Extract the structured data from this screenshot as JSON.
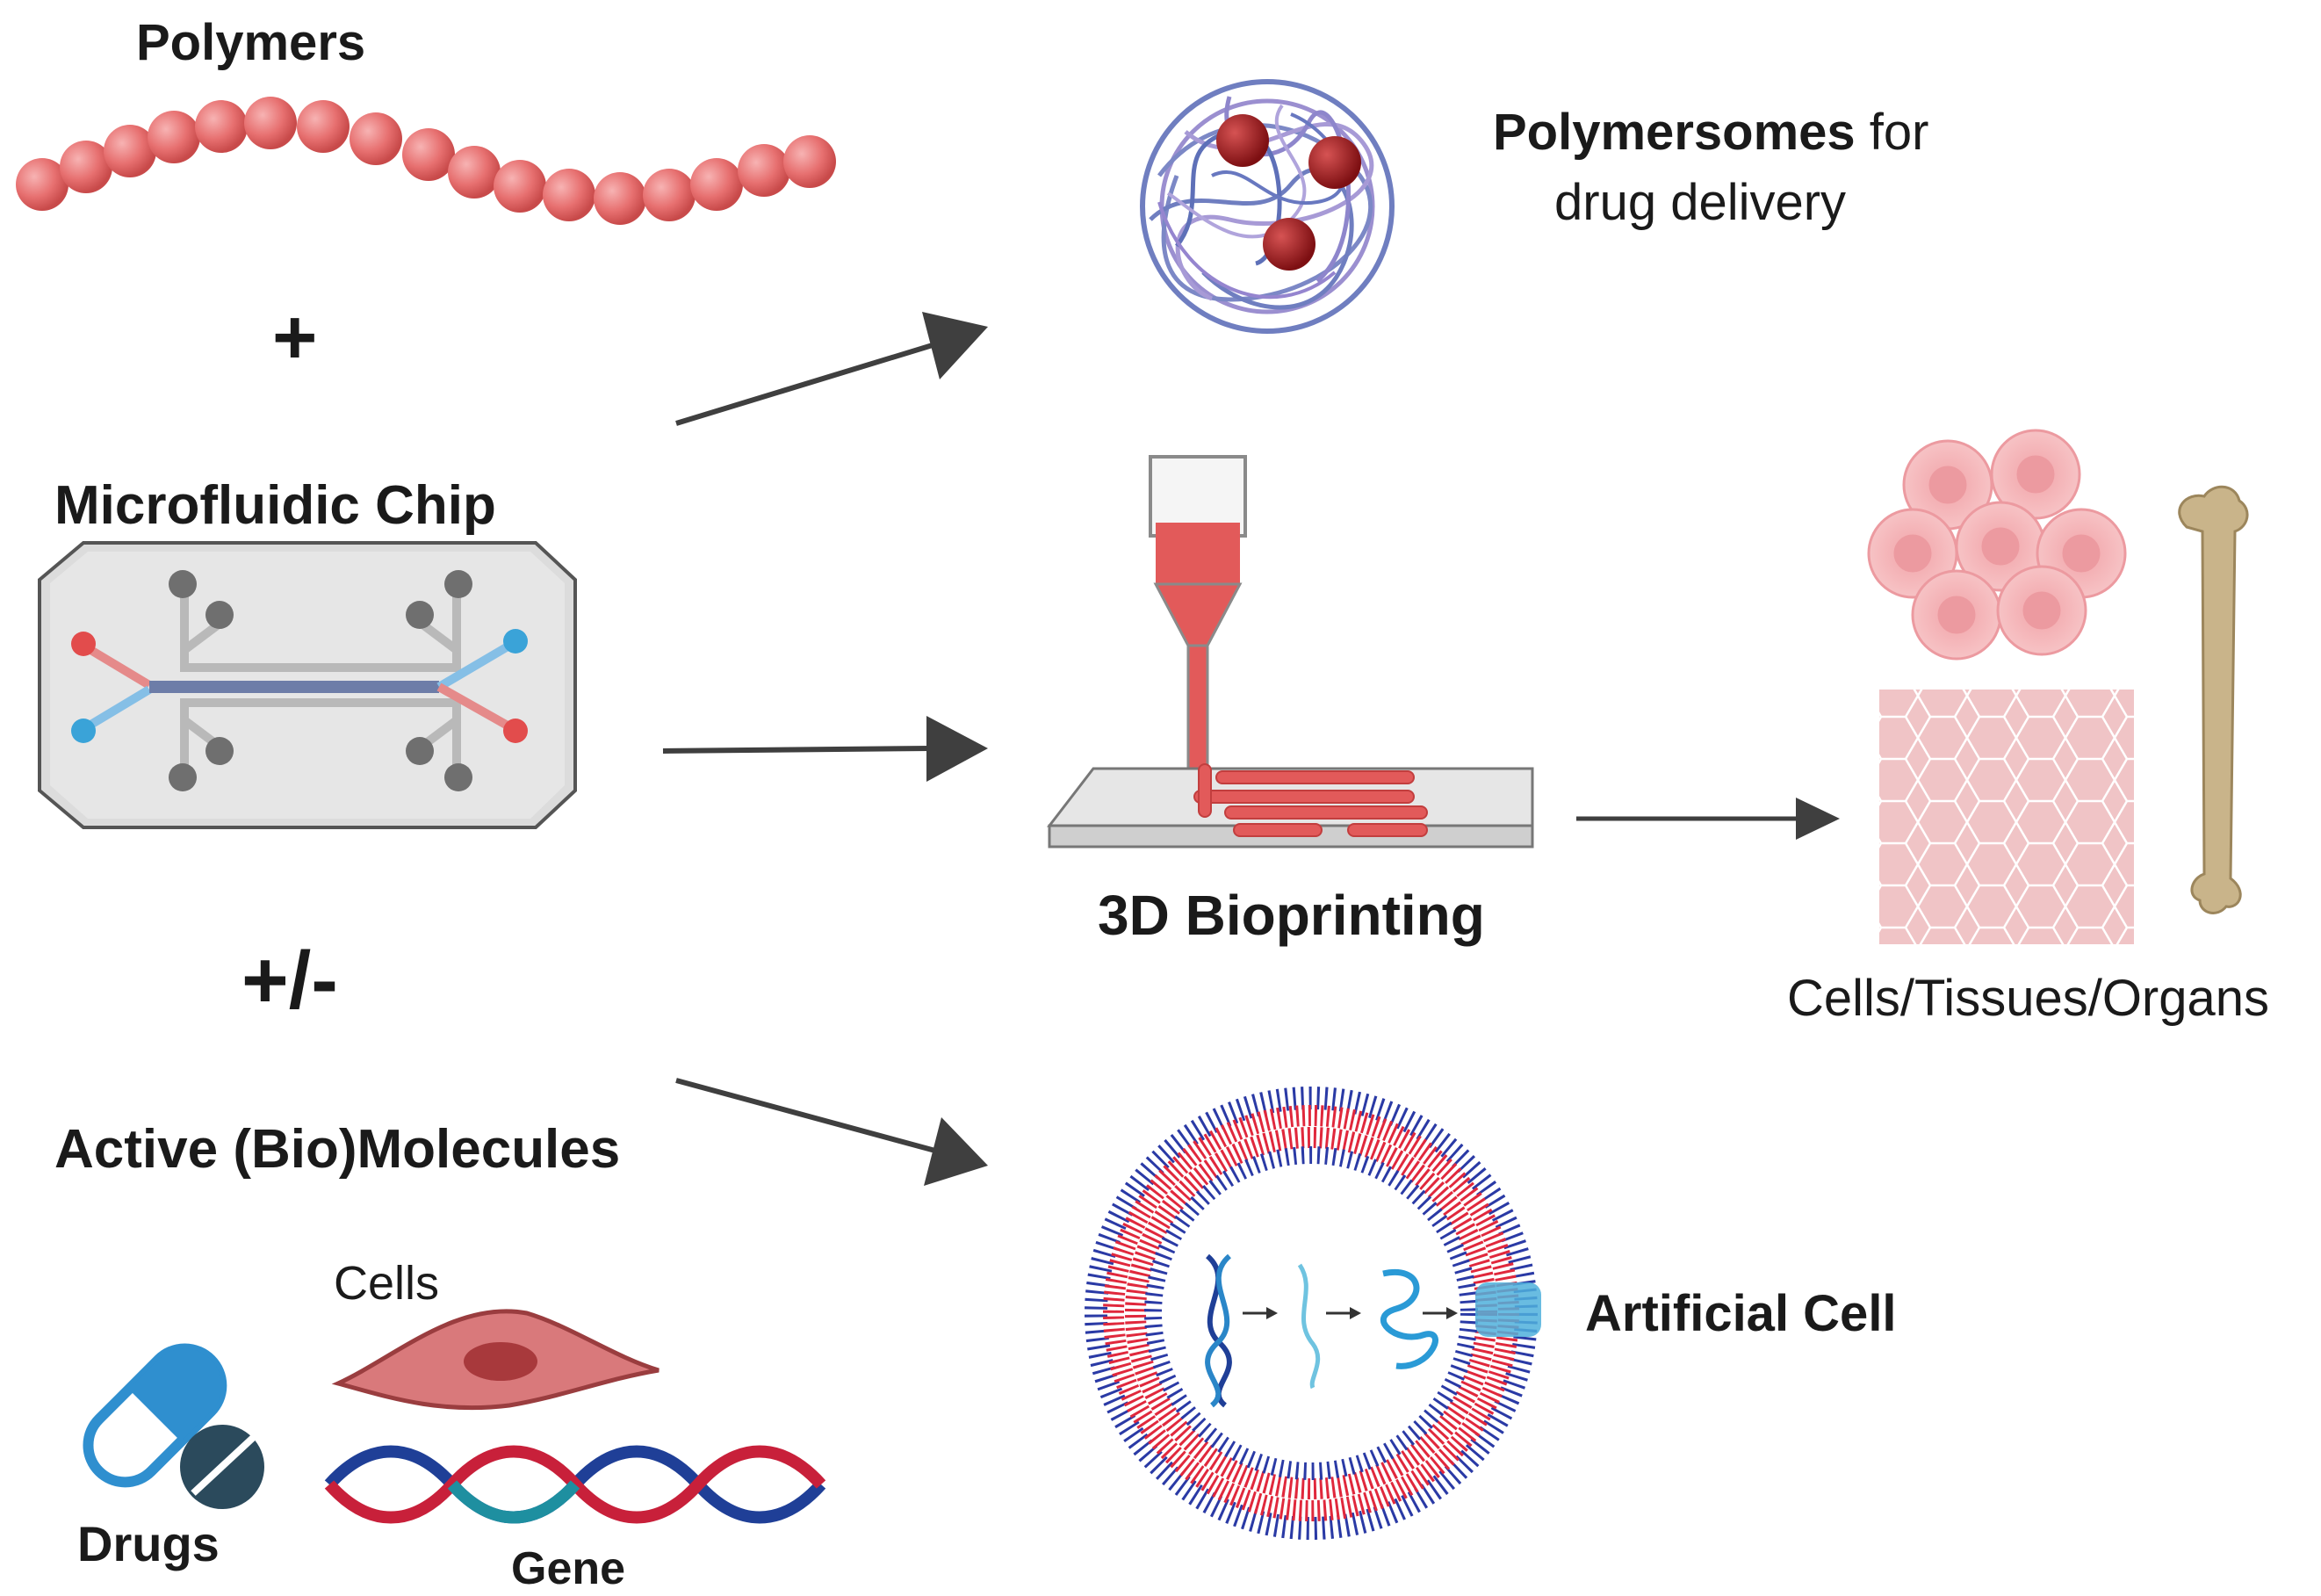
{
  "left": {
    "polymers": "Polymers",
    "plus": "+",
    "chip": "Microfluidic Chip",
    "plus_minus": "+/-",
    "active": "Active (Bio)Molecules",
    "cells": "Cells",
    "drugs": "Drugs",
    "gene": "Gene"
  },
  "right": {
    "polymersomes_bold": "Polymersomes",
    "polymersomes_rest": " for",
    "polymersomes_line2": "drug delivery",
    "bioprinting": "3D Bioprinting",
    "tissues": "Cells/Tissues/Organs",
    "artificial": "Artificial Cell"
  },
  "colors": {
    "polymer_bead": "#e46a6a",
    "arrow": "#3f3f3f",
    "blue_strand": "#1f3f97",
    "red_strand": "#c8203a",
    "membrane_red": "#e0283c",
    "membrane_blue": "#2a3aa5",
    "drug_blue": "#2f8fcf",
    "bone": "#c8b48a"
  },
  "icons": [
    "polymer-chain",
    "microfluidic-chip",
    "polymersome",
    "bioprinter",
    "cell-cluster",
    "tissue-mesh",
    "bone",
    "artificial-cell",
    "pill-capsule",
    "tablet",
    "fibroblast-cell",
    "dna-helix"
  ]
}
